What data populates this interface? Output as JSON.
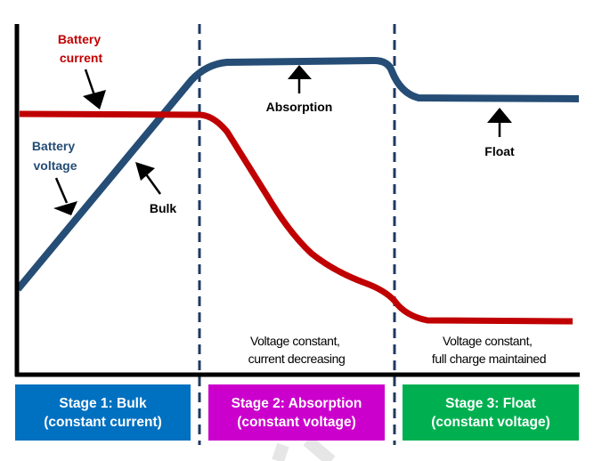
{
  "labels": {
    "battery_current": [
      "Battery",
      "current"
    ],
    "battery_voltage": [
      "Battery",
      "voltage"
    ],
    "bulk": "Bulk",
    "absorption": "Absorption",
    "float": "Float"
  },
  "notes": {
    "stage2": [
      "Voltage constant,",
      "current decreasing"
    ],
    "stage3": [
      "Voltage constant,",
      "full charge maintained"
    ]
  },
  "stages": [
    {
      "title": "Stage 1:  Bulk",
      "subtitle": "(constant current)",
      "color": "#0070C0"
    },
    {
      "title": "Stage 2:  Absorption",
      "subtitle": "(constant voltage)",
      "color": "#CC00CC"
    },
    {
      "title": "Stage 3:  Float",
      "subtitle": "(constant voltage)",
      "color": "#00B050"
    }
  ],
  "colors": {
    "current": "#C00000",
    "voltage": "#254D75",
    "divider": "#1F3A5F",
    "axis": "#000000",
    "current_label": "#C00000",
    "voltage_label": "#254D75"
  }
}
